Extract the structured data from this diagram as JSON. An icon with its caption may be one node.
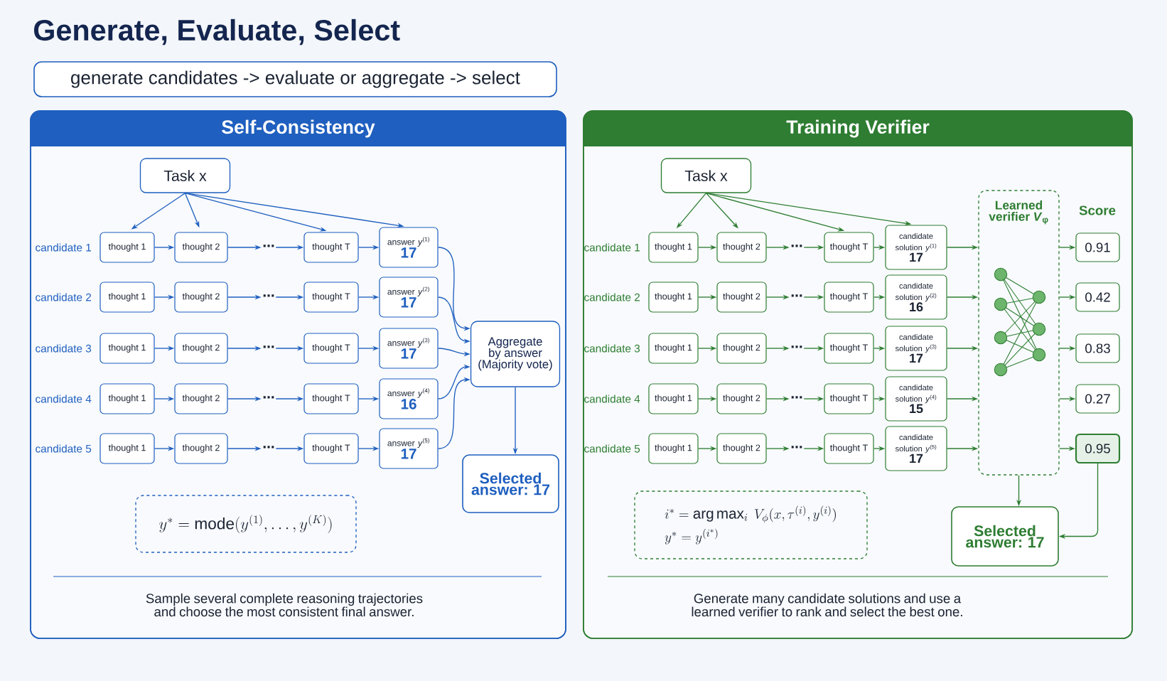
{
  "diagram": {
    "title": "Generate, Evaluate, Select",
    "nodes": [
      {
        "text": [
          "generate candidates -> evaluate or aggregate -> select"
        ]
      },
      {
        "text": [
          "Self-Consistency",
          "Sample several complete reasoning trajectories and choose the most consistent final answer."
        ]
      },
      {
        "text": [
          "Task x"
        ],
        "in": 1
      },
      {
        "text": [
          "thought 1"
        ],
        "in": 1,
        "beside": [
          "candidate 1"
        ]
      },
      {
        "text": [
          "thought 2"
        ],
        "in": 1
      },
      {
        "text": [
          "⋯"
        ],
        "in": 1
      },
      {
        "text": [
          "thought T"
        ],
        "in": 1
      },
      {
        "text": [
          "answer *y*$^{(1)}$",
          "17"
        ],
        "in": 1
      },
      {
        "text": [
          "thought 1"
        ],
        "in": 1,
        "beside": [
          "candidate 2"
        ]
      },
      {
        "text": [
          "thought 2"
        ],
        "in": 1
      },
      {
        "text": [
          "⋯"
        ],
        "in": 1
      },
      {
        "text": [
          "thought T"
        ],
        "in": 1
      },
      {
        "text": [
          "answer *y*$^{(2)}$",
          "17"
        ],
        "in": 1
      },
      {
        "text": [
          "thought 1"
        ],
        "in": 1,
        "beside": [
          "candidate 3"
        ]
      },
      {
        "text": [
          "thought 2"
        ],
        "in": 1
      },
      {
        "text": [
          "⋯"
        ],
        "in": 1
      },
      {
        "text": [
          "thought T"
        ],
        "in": 1
      },
      {
        "text": [
          "answer *y*$^{(3)}$",
          "17"
        ],
        "in": 1
      },
      {
        "text": [
          "thought 1"
        ],
        "in": 1,
        "beside": [
          "candidate 4"
        ]
      },
      {
        "text": [
          "thought 2"
        ],
        "in": 1
      },
      {
        "text": [
          "⋯"
        ],
        "in": 1
      },
      {
        "text": [
          "thought T"
        ],
        "in": 1
      },
      {
        "text": [
          "answer *y*$^{(4)}$",
          "16"
        ],
        "in": 1
      },
      {
        "text": [
          "thought 1"
        ],
        "in": 1,
        "beside": [
          "candidate 5"
        ]
      },
      {
        "text": [
          "thought 2"
        ],
        "in": 1
      },
      {
        "text": [
          "⋯"
        ],
        "in": 1
      },
      {
        "text": [
          "thought T"
        ],
        "in": 1
      },
      {
        "text": [
          "answer *y*$^{(5)}$",
          "17"
        ],
        "in": 1
      },
      {
        "text": [
          "Aggregate by answer (Majority vote)"
        ],
        "in": 1
      },
      {
        "text": [
          "Selected answer: 17"
        ],
        "in": 1
      },
      {
        "text": [
          "y^{*} = \\mathrm{mode}(y^{(1)}, \\ldots, y^{(K)})"
        ],
        "in": 1
      },
      {
        "text": [
          "Training Verifier",
          "Generate many candidate solutions and use a learned verifier to rank and select the best one."
        ]
      },
      {
        "text": [
          "Task x"
        ],
        "in": 31
      },
      {
        "text": [
          "thought 1"
        ],
        "in": 31,
        "beside": [
          "candidate 1"
        ]
      },
      {
        "text": [
          "thought 2"
        ],
        "in": 31
      },
      {
        "text": [
          "⋯"
        ],
        "in": 31
      },
      {
        "text": [
          "thought T"
        ],
        "in": 31
      },
      {
        "text": [
          "candidate solution *y*$^{(1)}$",
          "17"
        ],
        "in": 31
      },
      {
        "text": [
          "thought 1"
        ],
        "in": 31,
        "beside": [
          "candidate 2"
        ]
      },
      {
        "text": [
          "thought 2"
        ],
        "in": 31
      },
      {
        "text": [
          "⋯"
        ],
        "in": 31
      },
      {
        "text": [
          "thought T"
        ],
        "in": 31
      },
      {
        "text": [
          "candidate solution *y*$^{(2)}$",
          "16"
        ],
        "in": 31
      },
      {
        "text": [
          "thought 1"
        ],
        "in": 31,
        "beside": [
          "candidate 3"
        ]
      },
      {
        "text": [
          "thought 2"
        ],
        "in": 31
      },
      {
        "text": [
          "⋯"
        ],
        "in": 31
      },
      {
        "text": [
          "thought T"
        ],
        "in": 31
      },
      {
        "text": [
          "candidate solution *y*$^{(3)}$",
          "17"
        ],
        "in": 31
      },
      {
        "text": [
          "thought 1"
        ],
        "in": 31,
        "beside": [
          "candidate 4"
        ]
      },
      {
        "text": [
          "thought 2"
        ],
        "in": 31
      },
      {
        "text": [
          "⋯"
        ],
        "in": 31
      },
      {
        "text": [
          "thought T"
        ],
        "in": 31
      },
      {
        "text": [
          "candidate solution *y*$^{(4)}$",
          "15"
        ],
        "in": 31
      },
      {
        "text": [
          "thought 1"
        ],
        "in": 31,
        "beside": [
          "candidate 5"
        ]
      },
      {
        "text": [
          "thought 2"
        ],
        "in": 31
      },
      {
        "text": [
          "⋯"
        ],
        "in": 31
      },
      {
        "text": [
          "thought T"
        ],
        "in": 31
      },
      {
        "text": [
          "candidate solution *y*$^{(5)}$",
          "17"
        ],
        "in": 31
      },
      {
        "text": [
          "Learned verifier *V*$_{φ}$"
        ],
        "in": 31
      },
      {
        "text": [
          "0.91"
        ],
        "in": 31
      },
      {
        "text": [
          "0.42"
        ],
        "in": 31
      },
      {
        "text": [
          "0.83"
        ],
        "in": 31
      },
      {
        "text": [
          "0.27"
        ],
        "in": 31
      },
      {
        "text": [
          "0.95"
        ],
        "in": 31
      },
      {
        "text": [
          "Selected answer: 17"
        ],
        "in": 31
      },
      {
        "text": [
          "i^{*} = \\arg\\max_{i}\\; V_{\\phi}(x, \\tau^{(i)}, y^{(i)})",
          "y^{*} = y^{(i^{*})}"
        ],
        "in": 31
      }
    ],
    "edges": [
      {
        "from": 2,
        "to": 3,
        "arrow": "to",
        "color": "#1f5fbf"
      },
      {
        "from": 2,
        "to": 4,
        "arrow": "to",
        "color": "#1f5fbf"
      },
      {
        "from": 2,
        "to": 6,
        "arrow": "to",
        "color": "#1f5fbf"
      },
      {
        "from": 2,
        "to": 7,
        "arrow": "to",
        "color": "#1f5fbf"
      },
      {
        "from": 3,
        "to": 4,
        "arrow": "to",
        "color": "#1f5fbf"
      },
      {
        "from": 4,
        "to": 5,
        "arrow": "to",
        "color": "#1f5fbf"
      },
      {
        "from": 5,
        "to": 6,
        "arrow": "to",
        "color": "#1f5fbf"
      },
      {
        "from": 6,
        "to": 7,
        "arrow": "to",
        "color": "#1f5fbf"
      },
      {
        "from": 8,
        "to": 9,
        "arrow": "to",
        "color": "#1f5fbf"
      },
      {
        "from": 9,
        "to": 10,
        "arrow": "to",
        "color": "#1f5fbf"
      },
      {
        "from": 10,
        "to": 11,
        "arrow": "to",
        "color": "#1f5fbf"
      },
      {
        "from": 11,
        "to": 12,
        "arrow": "to",
        "color": "#1f5fbf"
      },
      {
        "from": 13,
        "to": 14,
        "arrow": "to",
        "color": "#1f5fbf"
      },
      {
        "from": 14,
        "to": 15,
        "arrow": "to",
        "color": "#1f5fbf"
      },
      {
        "from": 15,
        "to": 16,
        "arrow": "to",
        "color": "#1f5fbf"
      },
      {
        "from": 16,
        "to": 17,
        "arrow": "to",
        "color": "#1f5fbf"
      },
      {
        "from": 18,
        "to": 19,
        "arrow": "to",
        "color": "#1f5fbf"
      },
      {
        "from": 19,
        "to": 20,
        "arrow": "to",
        "color": "#1f5fbf"
      },
      {
        "from": 20,
        "to": 21,
        "arrow": "to",
        "color": "#1f5fbf"
      },
      {
        "from": 21,
        "to": 22,
        "arrow": "to",
        "color": "#1f5fbf"
      },
      {
        "from": 23,
        "to": 24,
        "arrow": "to",
        "color": "#1f5fbf"
      },
      {
        "from": 24,
        "to": 25,
        "arrow": "to",
        "color": "#1f5fbf"
      },
      {
        "from": 25,
        "to": 26,
        "arrow": "to",
        "color": "#1f5fbf"
      },
      {
        "from": 26,
        "to": 27,
        "arrow": "to",
        "color": "#1f5fbf"
      },
      {
        "from": 7,
        "to": 28,
        "arrow": "to",
        "color": "#1f5fbf"
      },
      {
        "from": 12,
        "to": 28,
        "arrow": "to",
        "color": "#1f5fbf"
      },
      {
        "from": 17,
        "to": 28,
        "arrow": "to",
        "color": "#1f5fbf"
      },
      {
        "from": 22,
        "to": 28,
        "arrow": "to",
        "color": "#1f5fbf"
      },
      {
        "from": 27,
        "to": 28,
        "arrow": "to",
        "color": "#1f5fbf"
      },
      {
        "from": 28,
        "to": 29,
        "arrow": "to",
        "color": "#1f5fbf"
      },
      {
        "from": 32,
        "to": 33,
        "arrow": "to"
      },
      {
        "from": 32,
        "to": 34,
        "arrow": "to"
      },
      {
        "from": 32,
        "to": 36,
        "arrow": "to"
      },
      {
        "from": 32,
        "to": 37,
        "arrow": "to"
      },
      {
        "from": 33,
        "to": 34,
        "arrow": "to"
      },
      {
        "from": 34,
        "to": 35,
        "arrow": "to"
      },
      {
        "from": 35,
        "to": 36,
        "arrow": "to"
      },
      {
        "from": 36,
        "to": 37,
        "arrow": "to"
      },
      {
        "from": 38,
        "to": 39,
        "arrow": "to"
      },
      {
        "from": 39,
        "to": 40,
        "arrow": "to"
      },
      {
        "from": 40,
        "to": 41,
        "arrow": "to"
      },
      {
        "from": 41,
        "to": 42,
        "arrow": "to"
      },
      {
        "from": 43,
        "to": 44,
        "arrow": "to"
      },
      {
        "from": 44,
        "to": 45,
        "arrow": "to"
      },
      {
        "from": 45,
        "to": 46,
        "arrow": "to"
      },
      {
        "from": 46,
        "to": 47,
        "arrow": "to"
      },
      {
        "from": 48,
        "to": 49,
        "arrow": "to"
      },
      {
        "from": 49,
        "to": 50,
        "arrow": "to"
      },
      {
        "from": 50,
        "to": 51,
        "arrow": "to"
      },
      {
        "from": 51,
        "to": 52,
        "arrow": "to"
      },
      {
        "from": 53,
        "to": 54,
        "arrow": "to"
      },
      {
        "from": 54,
        "to": 55,
        "arrow": "to"
      },
      {
        "from": 55,
        "to": 56,
        "arrow": "to"
      },
      {
        "from": 56,
        "to": 57,
        "arrow": "to"
      },
      {
        "from": 37,
        "to": 58,
        "arrow": "to"
      },
      {
        "from": 42,
        "to": 58,
        "arrow": "to"
      },
      {
        "from": 47,
        "to": 58,
        "arrow": "to"
      },
      {
        "from": 52,
        "to": 58,
        "arrow": "to"
      },
      {
        "from": 57,
        "to": 58,
        "arrow": "to"
      },
      {
        "from": 58,
        "to": 59,
        "arrow": "to"
      },
      {
        "from": 58,
        "to": 60,
        "arrow": "to"
      },
      {
        "from": 58,
        "to": 61,
        "arrow": "to"
      },
      {
        "from": 58,
        "to": 62,
        "arrow": "to"
      },
      {
        "from": 58,
        "to": 63,
        "arrow": "to"
      },
      {
        "from": 58,
        "to": 64,
        "arrow": "to"
      },
      {
        "from": 63,
        "to": 64,
        "arrow": "to"
      }
    ],
    "labels": [
      "Score"
    ]
  }
}
